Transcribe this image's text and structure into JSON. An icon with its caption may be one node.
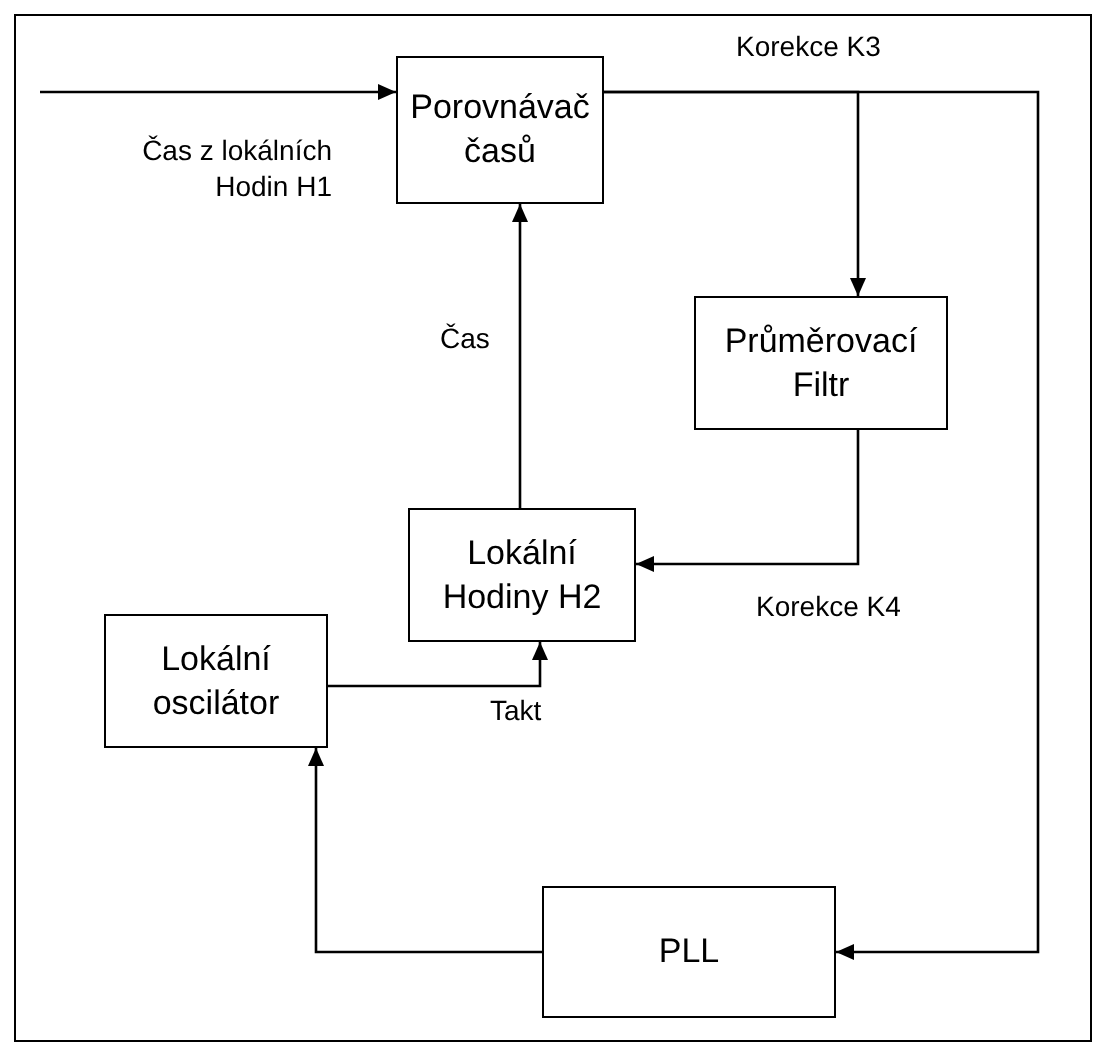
{
  "diagram": {
    "nodes": [
      {
        "text": [
          "Porovnávač časů"
        ]
      },
      {
        "text": [
          "Průměrovací Filtr"
        ]
      },
      {
        "text": [
          "Lokální Hodiny H2"
        ]
      },
      {
        "text": [
          "Lokální oscilátor"
        ]
      },
      {
        "text": [
          "PLL"
        ]
      }
    ],
    "edges": [
      {
        "from": null,
        "to": 0,
        "arrow": "to",
        "label": "Čas z lokálních Hodin H1"
      },
      {
        "from": 0,
        "to": 4,
        "arrow": "to",
        "label": "Korekce K3"
      },
      {
        "from": 0,
        "to": 1,
        "arrow": "to"
      },
      {
        "from": 1,
        "to": 2,
        "arrow": "to",
        "label": "Korekce K4"
      },
      {
        "from": 2,
        "to": 0,
        "arrow": "to",
        "label": "Čas"
      },
      {
        "from": 3,
        "to": 2,
        "arrow": "to",
        "label": "Takt"
      },
      {
        "from": 4,
        "to": 3,
        "arrow": "to"
      }
    ]
  }
}
